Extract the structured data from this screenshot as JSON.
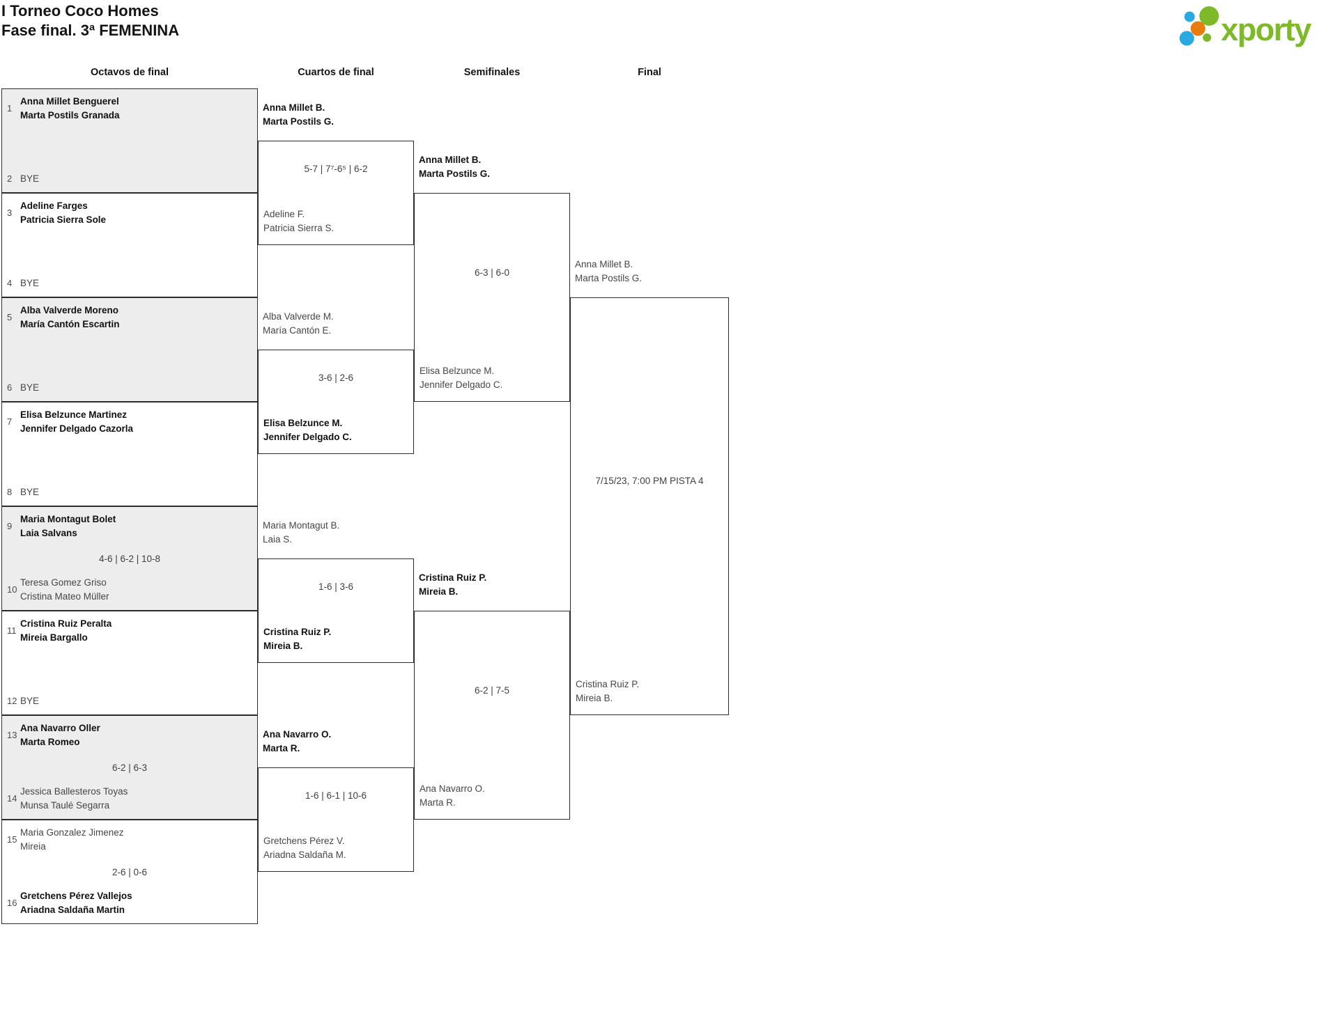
{
  "header": {
    "title_line1": "I Torneo Coco Homes",
    "title_line2": "Fase final. 3ª FEMENINA",
    "logo_text": "xporty"
  },
  "columns": [
    "Octavos de final",
    "Cuartos de final",
    "Semifinales",
    "Final"
  ],
  "colors": {
    "logo_green": "#7db928",
    "logo_blue": "#29a9e1",
    "logo_orange": "#e87d0d",
    "bye_box_gray": "#ededed",
    "border": "#2b2b2b"
  },
  "bracket": {
    "r16": {
      "m1": {
        "s1": "1",
        "t1a": "Anna Millet Benguerel",
        "t1b": "Marta Postils Granada",
        "score": "",
        "s2": "2",
        "t2a": "BYE",
        "t2b": ""
      },
      "m2": {
        "s1": "3",
        "t1a": "Adeline Farges",
        "t1b": "Patricia Sierra Sole",
        "score": "",
        "s2": "4",
        "t2a": "BYE",
        "t2b": ""
      },
      "m3": {
        "s1": "5",
        "t1a": "Alba Valverde Moreno",
        "t1b": "María Cantón Escartin",
        "score": "",
        "s2": "6",
        "t2a": "BYE",
        "t2b": ""
      },
      "m4": {
        "s1": "7",
        "t1a": "Elisa Belzunce Martinez",
        "t1b": "Jennifer Delgado Cazorla",
        "score": "",
        "s2": "8",
        "t2a": "BYE",
        "t2b": ""
      },
      "m5": {
        "s1": "9",
        "t1a": "Maria Montagut Bolet",
        "t1b": "Laia Salvans",
        "score": "4-6 | 6-2 | 10-8",
        "s2": "10",
        "t2a": "Teresa Gomez Griso",
        "t2b": "Cristina Mateo Müller"
      },
      "m6": {
        "s1": "11",
        "t1a": "Cristina Ruiz Peralta",
        "t1b": "Mireia Bargallo",
        "score": "",
        "s2": "12",
        "t2a": "BYE",
        "t2b": ""
      },
      "m7": {
        "s1": "13",
        "t1a": "Ana Navarro Oller",
        "t1b": "Marta Romeo",
        "score": "6-2 | 6-3",
        "s2": "14",
        "t2a": "Jessica Ballesteros Toyas",
        "t2b": "Munsa Taulé Segarra"
      },
      "m8": {
        "s1": "15",
        "t1a": "Maria Gonzalez Jimenez",
        "t1b": "Mireia",
        "score": "2-6 | 0-6",
        "s2": "16",
        "t2a": "Gretchens Pérez Vallejos",
        "t2b": "Ariadna Saldaña Martin"
      }
    },
    "qf": {
      "m1": {
        "t1a": "Anna Millet B.",
        "t1b": "Marta Postils G.",
        "score": "5-7 | 7⁷-6⁵ | 6-2",
        "t2a": "Adeline F.",
        "t2b": "Patricia Sierra S."
      },
      "m2": {
        "t1a": "Alba Valverde M.",
        "t1b": "María Cantón E.",
        "score": "3-6 | 2-6",
        "t2a": "Elisa Belzunce M.",
        "t2b": "Jennifer Delgado C."
      },
      "m3": {
        "t1a": "Maria Montagut B.",
        "t1b": "Laia S.",
        "score": "1-6 | 3-6",
        "t2a": "Cristina Ruiz P.",
        "t2b": "Mireia B."
      },
      "m4": {
        "t1a": "Ana Navarro O.",
        "t1b": "Marta R.",
        "score": "1-6 | 6-1 | 10-6",
        "t2a": "Gretchens Pérez V.",
        "t2b": "Ariadna Saldaña M."
      }
    },
    "sf": {
      "m1": {
        "t1a": "Anna Millet B.",
        "t1b": "Marta Postils G.",
        "score": "6-3 | 6-0",
        "t2a": "Elisa Belzunce M.",
        "t2b": "Jennifer Delgado C."
      },
      "m2": {
        "t1a": "Cristina Ruiz P.",
        "t1b": "Mireia B.",
        "score": "6-2 | 7-5",
        "t2a": "Ana Navarro O.",
        "t2b": "Marta R."
      }
    },
    "final": {
      "t1a": "Anna Millet B.",
      "t1b": "Marta Postils G.",
      "schedule": "7/15/23, 7:00 PM PISTA 4",
      "t2a": "Cristina Ruiz P.",
      "t2b": "Mireia B."
    }
  }
}
